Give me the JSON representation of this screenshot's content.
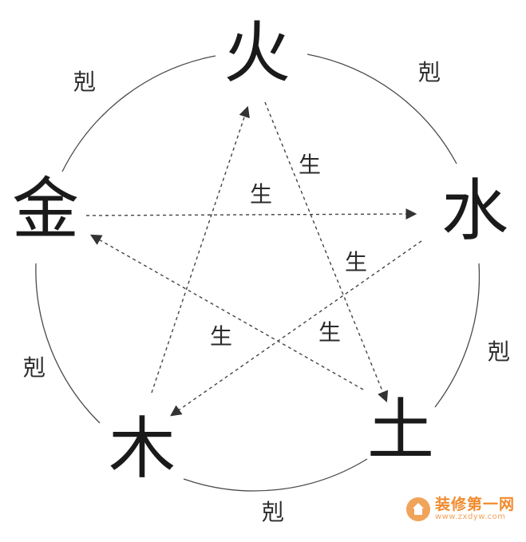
{
  "elements": {
    "fire": "火",
    "water": "水",
    "earth": "土",
    "wood": "木",
    "metal": "金"
  },
  "labels": {
    "ke_fire_water": "剋",
    "ke_water_earth": "剋",
    "ke_earth_wood": "剋",
    "ke_wood_metal": "剋",
    "ke_metal_fire": "剋",
    "sheng_metal_water": "生",
    "sheng_water_wood": "生",
    "sheng_wood_fire": "生",
    "sheng_fire_earth": "生",
    "sheng_earth_metal": "生"
  },
  "watermark": {
    "name": "装修第一网",
    "url": "www.zxdyw.com"
  },
  "colors": {
    "text": "#1a1a1a",
    "lines": "#444444",
    "watermark": "#f08a2c"
  }
}
